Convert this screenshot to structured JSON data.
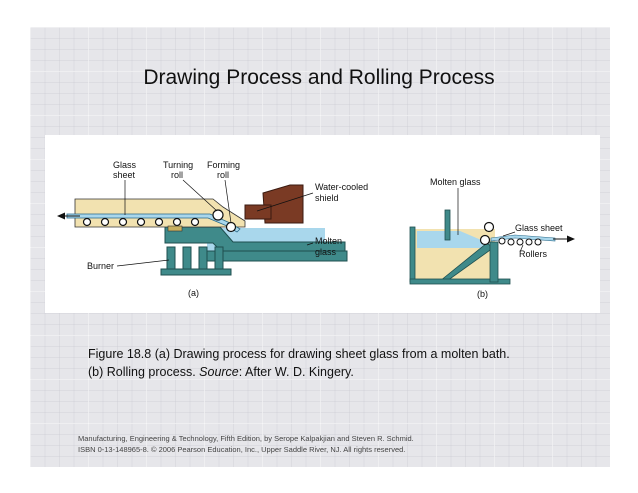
{
  "slide": {
    "title": "Drawing Process and Rolling Process",
    "caption": {
      "line1": "Figure 18.8  (a)  Drawing process for drawing sheet glass from a molten bath.",
      "line2_prefix": "(b)  Rolling process.  ",
      "line2_source_label": "Source",
      "line2_suffix": ":  After W. D. Kingery."
    },
    "footer": {
      "line1": "Manufacturing, Engineering & Technology, Fifth Edition, by Serope Kalpakjian and Steven R. Schmid.",
      "line2": "ISBN 0-13-148965-8. © 2006 Pearson Education, Inc., Upper Saddle River, NJ.  All rights reserved."
    }
  },
  "diagram_a": {
    "label": "(a)",
    "glass_sheet": [
      "Glass",
      "sheet"
    ],
    "turning_roll": [
      "Turning",
      "roll"
    ],
    "forming_roll": [
      "Forming",
      "roll"
    ],
    "water_cooled_shield": [
      "Water-cooled",
      "shield"
    ],
    "molten_glass": [
      "Molten",
      "glass"
    ],
    "burner": "Burner"
  },
  "diagram_b": {
    "label": "(b)",
    "molten_glass": "Molten glass",
    "glass_sheet": "Glass sheet",
    "rollers": "Rollers"
  },
  "colors": {
    "frame": "#3f8a8a",
    "glass_blue": "#a9d7ec",
    "furnace_brown": "#7a3a24",
    "cream": "#f2e2b0"
  }
}
